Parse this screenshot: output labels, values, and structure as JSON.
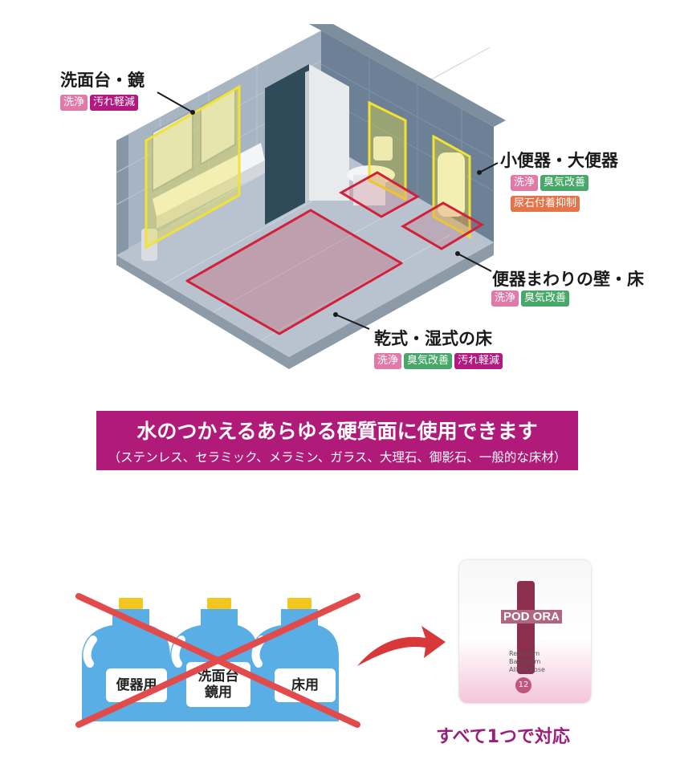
{
  "callouts": {
    "sink": {
      "title": "洗面台・鏡",
      "tags": [
        "洗浄",
        "汚れ軽減"
      ]
    },
    "toilet": {
      "title": "小便器・大便器",
      "tags": [
        "洗浄",
        "臭気改善"
      ],
      "tags2": [
        "尿石付着抑制"
      ]
    },
    "around": {
      "title": "便器まわりの壁・床",
      "tags": [
        "洗浄",
        "臭気改善"
      ]
    },
    "floor": {
      "title": "乾式・湿式の床",
      "tags": [
        "洗浄",
        "臭気改善",
        "汚れ軽減"
      ]
    }
  },
  "banner": {
    "line1": "水のつかえるあらゆる硬質面に使用できます",
    "line2": "（ステンレス、セラミック、メラミン、ガラス、大理石、御影石、一般的な床材）"
  },
  "bottles": [
    {
      "label": "便器用"
    },
    {
      "label1": "洗面台",
      "label2": "鏡用"
    },
    {
      "label": "床用"
    }
  ],
  "package": {
    "brand": "POD ORA",
    "line1": "Restroom",
    "line2": "Bathroom",
    "line3": "All-Purpose",
    "count": "12"
  },
  "footer": "すべて1つで対応",
  "colors": {
    "banner": "#b01a78",
    "wash_tag": "#e07aa8",
    "odor_tag": "#47a86a",
    "stain_tag": "#b4197f",
    "scale_tag": "#e4744a",
    "highlight_yellow": "#f2e233",
    "highlight_red": "#d3203a",
    "bottle_blue": "#5aaee6",
    "arrow_red": "#d8383a"
  }
}
